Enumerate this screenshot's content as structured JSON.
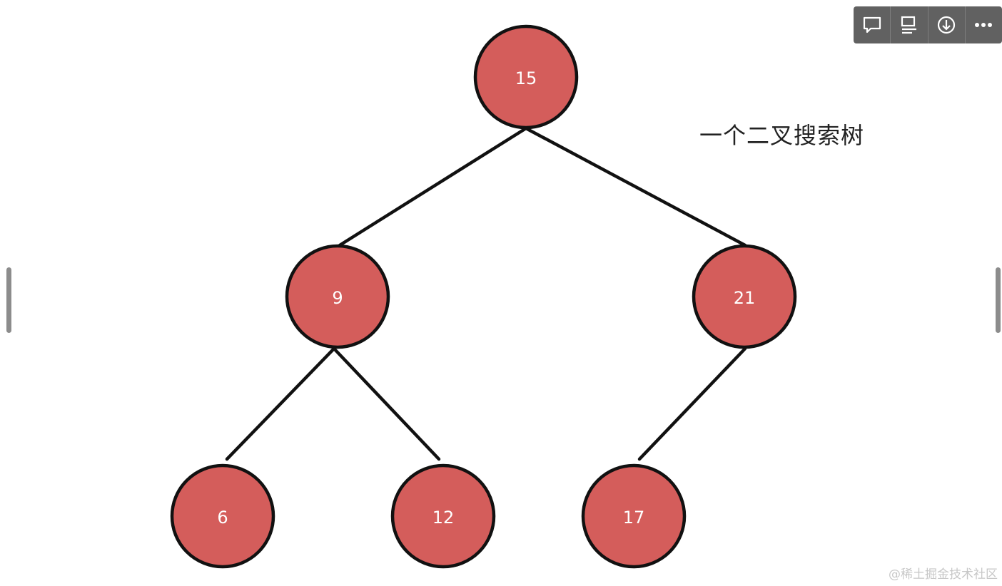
{
  "diagram": {
    "caption": "一个二叉搜索树",
    "nodes": {
      "root": "15",
      "left": "9",
      "right": "21",
      "left_left": "6",
      "left_right": "12",
      "right_left": "17"
    },
    "node_fill_color": "#d45d5b",
    "node_stroke_color": "#111111"
  },
  "toolbar": {
    "buttons": [
      {
        "icon": "comment-icon"
      },
      {
        "icon": "layout-icon"
      },
      {
        "icon": "download-icon"
      },
      {
        "icon": "more-icon"
      }
    ]
  },
  "watermark": "@稀土掘金技术社区"
}
